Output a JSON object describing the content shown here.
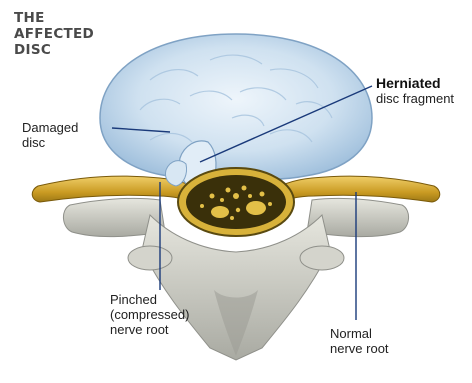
{
  "title": {
    "line1": "THE",
    "line2": "AFFECTED",
    "line3": "DISC"
  },
  "labels": {
    "damaged_disc": {
      "line1": "Damaged",
      "line2": "disc"
    },
    "herniated": {
      "bold": "Herniated",
      "rest": "disc fragment"
    },
    "pinched": {
      "line1": "Pinched",
      "line2": "(compressed)",
      "line3": "nerve root"
    },
    "normal": {
      "line1": "Normal",
      "line2": "nerve root"
    }
  },
  "colors": {
    "disc": "#cfe3f2",
    "nerve": "#c9a030",
    "bone": "#c8c8c0",
    "pointer": "#1a3a7a",
    "canal": "#5a4a10"
  }
}
